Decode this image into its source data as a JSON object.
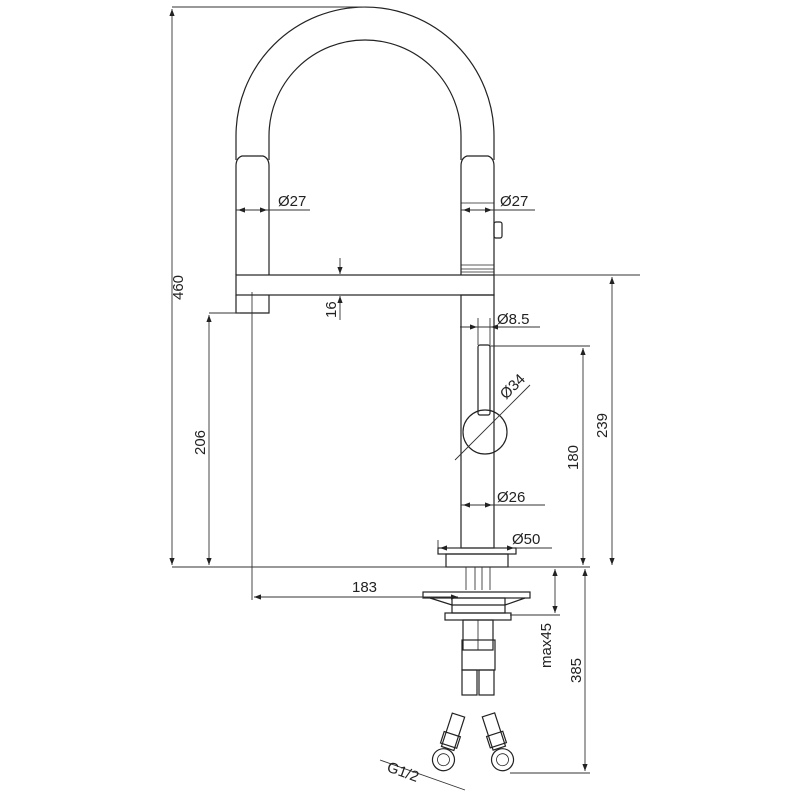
{
  "drawing": {
    "dimensions": {
      "total_height": "460",
      "hose_diameter_left": "Ø27",
      "hose_diameter_right": "Ø27",
      "spout_bar_height": "16",
      "lever_stem_diameter": "Ø8.5",
      "lever_knob_diameter": "Ø34",
      "spout_clearance": "206",
      "body_height": "239",
      "lever_height": "180",
      "body_diameter": "Ø26",
      "base_diameter": "Ø50",
      "spout_reach": "183",
      "max_counter_thickness": "max45",
      "below_counter_length": "385",
      "connection_thread": "G1/2"
    }
  }
}
